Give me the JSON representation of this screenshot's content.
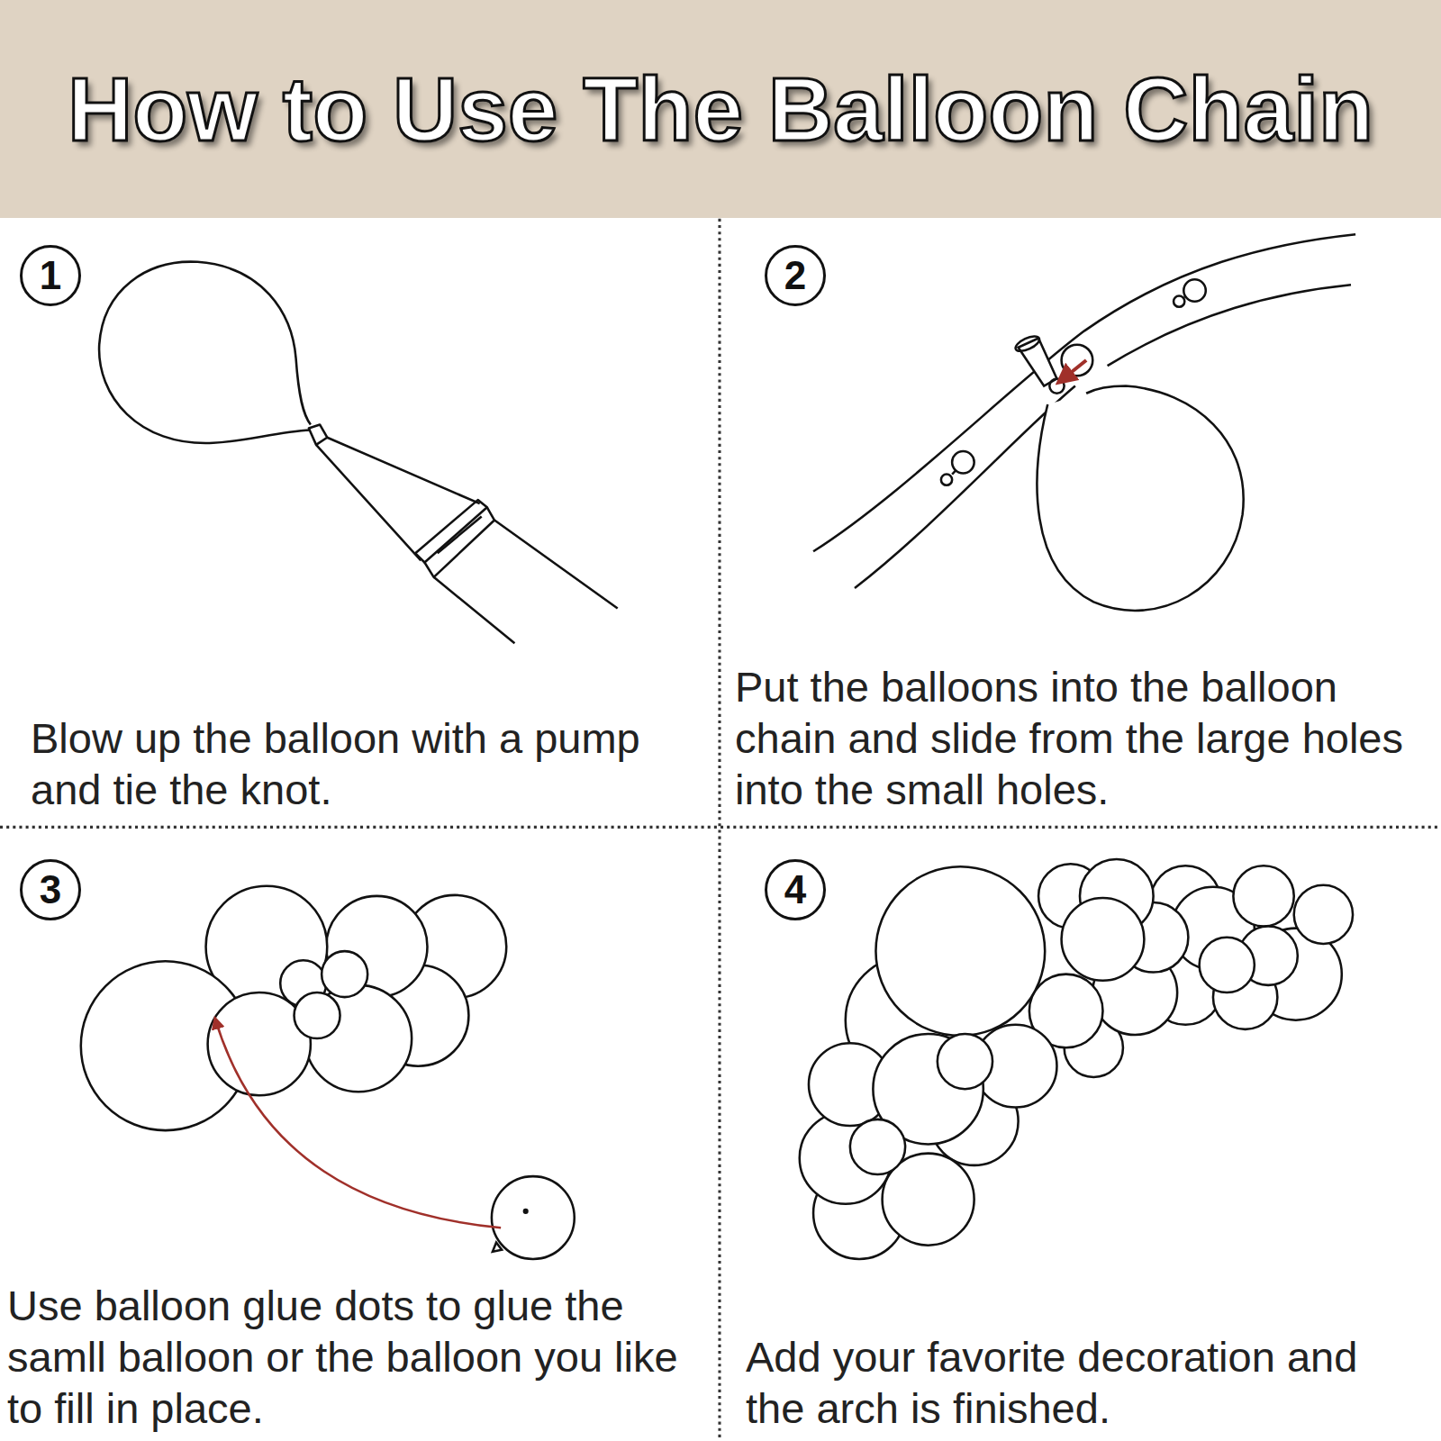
{
  "diagram": {
    "title": "How to Use The Balloon Chain",
    "nodes": [
      {
        "text": [
          "1"
        ]
      },
      {
        "text": [
          "2"
        ]
      },
      {
        "text": [
          "3"
        ]
      },
      {
        "text": [
          "4"
        ]
      }
    ],
    "labels": [
      "Blow up the balloon with a pump and tie the knot.",
      "Put the balloons into the balloon chain and slide from the large holes into the small holes.",
      "Use balloon glue dots to glue the samll balloon or the balloon you like to fill in place.",
      "Add your favorite decoration and the arch is finished."
    ]
  }
}
